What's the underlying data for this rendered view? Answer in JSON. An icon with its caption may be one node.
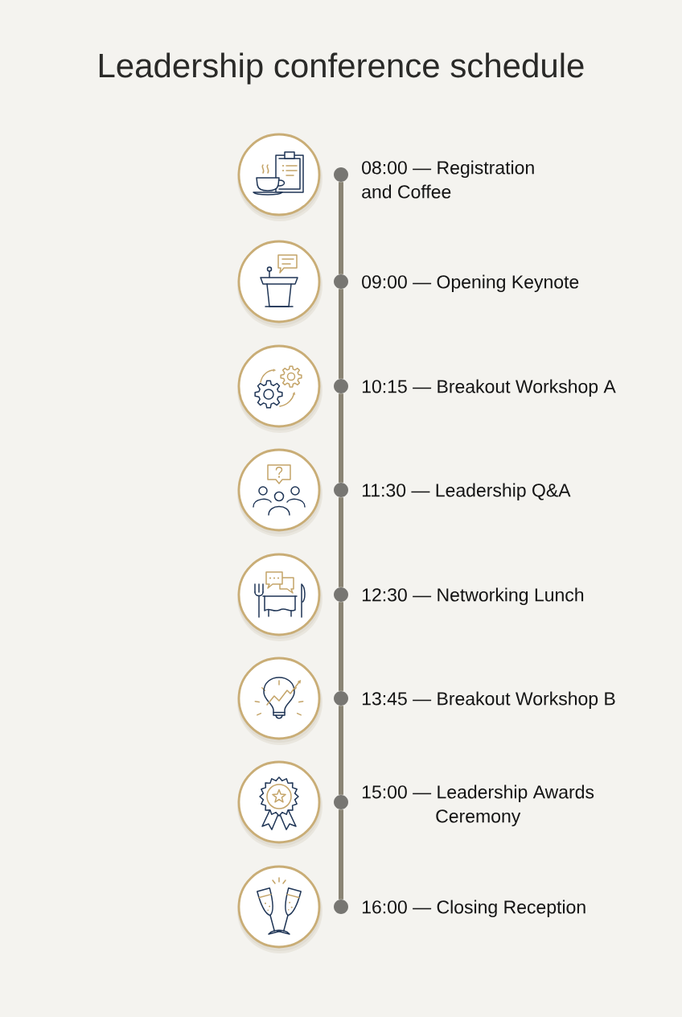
{
  "diagram": {
    "title": "Leadership conference schedule",
    "nodes": [
      {
        "text": [],
        "shape": "picture"
      },
      {
        "text": [],
        "shape": "circle",
        "beside": [
          "08:00 — Registration and Coffee"
        ]
      },
      {
        "text": [],
        "shape": "picture"
      },
      {
        "text": [],
        "shape": "circle",
        "beside": [
          "09:00 — Opening Keynote"
        ]
      },
      {
        "text": [],
        "shape": "picture"
      },
      {
        "text": [],
        "shape": "circle",
        "beside": [
          "10:15 — Breakout Workshop A"
        ]
      },
      {
        "text": [],
        "shape": "picture"
      },
      {
        "text": [],
        "shape": "circle",
        "beside": [
          "11:30 — Leadership Q&A"
        ]
      },
      {
        "text": [],
        "shape": "picture"
      },
      {
        "text": [],
        "shape": "circle",
        "beside": [
          "12:30 — Networking Lunch"
        ]
      },
      {
        "text": [],
        "shape": "picture"
      },
      {
        "text": [],
        "shape": "circle",
        "beside": [
          "13:45 — Breakout Workshop B"
        ]
      },
      {
        "text": [],
        "shape": "picture"
      },
      {
        "text": [],
        "shape": "circle",
        "beside": [
          "15:00 — Leadership Awards Ceremony"
        ]
      },
      {
        "text": [],
        "shape": "picture"
      },
      {
        "text": [],
        "shape": "circle",
        "beside": [
          "16:00 — Closing Reception"
        ]
      }
    ],
    "edges": [
      {
        "from": 1,
        "to": 3,
        "arrow": "none"
      },
      {
        "from": 3,
        "to": 5,
        "arrow": "none"
      },
      {
        "from": 5,
        "to": 7,
        "arrow": "none"
      },
      {
        "from": 7,
        "to": 9,
        "arrow": "none"
      },
      {
        "from": 9,
        "to": 11,
        "arrow": "none"
      },
      {
        "from": 11,
        "to": 13,
        "arrow": "none"
      },
      {
        "from": 13,
        "to": 15,
        "arrow": "none"
      }
    ]
  }
}
